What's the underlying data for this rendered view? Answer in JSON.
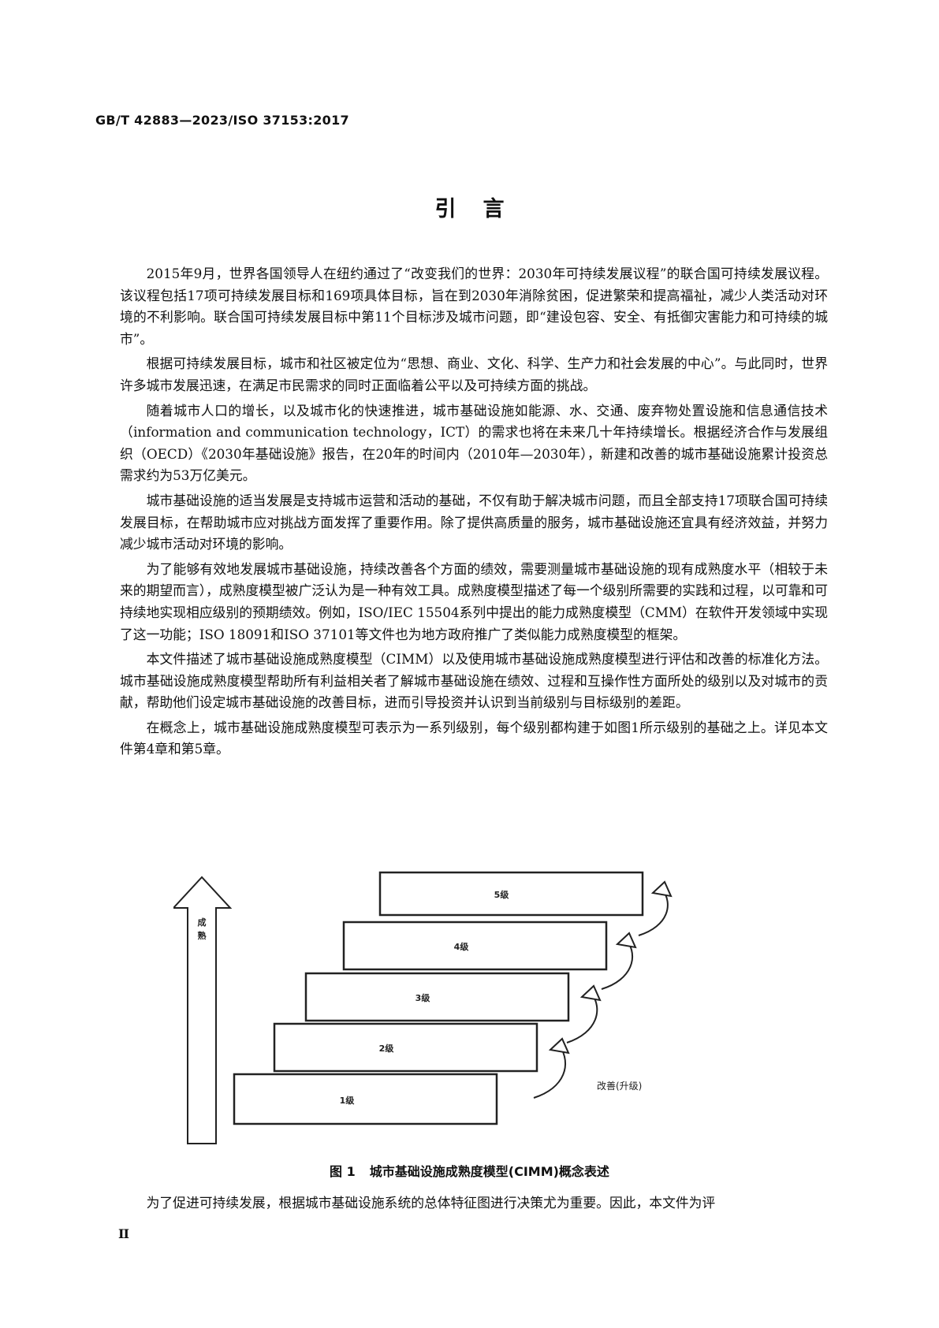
{
  "header": {
    "standard_code": "GB/T 42883—2023/ISO 37153:2017"
  },
  "title": "引言",
  "paragraphs": [
    "2015年9月，世界各国领导人在纽约通过了“改变我们的世界：2030年可持续发展议程”的联合国可持续发展议程。该议程包括17项可持续发展目标和169项具体目标，旨在到2030年消除贫困，促进繁荣和提高福祉，减少人类活动对环境的不利影响。联合国可持续发展目标中第11个目标涉及城市问题，即“建设包容、安全、有抵御灾害能力和可持续的城市”。",
    "根据可持续发展目标，城市和社区被定位为“思想、商业、文化、科学、生产力和社会发展的中心”。与此同时，世界许多城市发展迅速，在满足市民需求的同时正面临着公平以及可持续方面的挑战。",
    "随着城市人口的增长，以及城市化的快速推进，城市基础设施如能源、水、交通、废弃物处置设施和信息通信技术（information and communication technology，ICT）的需求也将在未来几十年持续增长。根据经济合作与发展组织（OECD）《2030年基础设施》报告，在20年的时间内（2010年—2030年），新建和改善的城市基础设施累计投资总需求约为53万亿美元。",
    "城市基础设施的适当发展是支持城市运营和活动的基础，不仅有助于解决城市问题，而且全部支持17项联合国可持续发展目标，在帮助城市应对挑战方面发挥了重要作用。除了提供高质量的服务，城市基础设施还宜具有经济效益，并努力减少城市活动对环境的影响。",
    "为了能够有效地发展城市基础设施，持续改善各个方面的绩效，需要测量城市基础设施的现有成熟度水平（相较于未来的期望而言），成熟度模型被广泛认为是一种有效工具。成熟度模型描述了每一个级别所需要的实践和过程，以可靠和可持续地实现相应级别的预期绩效。例如，ISO/IEC 15504系列中提出的能力成熟度模型（CMM）在软件开发领域中实现了这一功能；ISO 18091和ISO 37101等文件也为地方政府推广了类似能力成熟度模型的框架。",
    "本文件描述了城市基础设施成熟度模型（CIMM）以及使用城市基础设施成熟度模型进行评估和改善的标准化方法。城市基础设施成熟度模型帮助所有利益相关者了解城市基础设施在绩效、过程和互操作性方面所处的级别以及对城市的贡献，帮助他们设定城市基础设施的改善目标，进而引导投资并认识到当前级别与目标级别的差距。",
    "在概念上，城市基础设施成熟度模型可表示为一系列级别，每个级别都构建于如图1所示级别的基础之上。详见本文件第4章和第5章。"
  ],
  "figure": {
    "arrow_label_1": "成",
    "arrow_label_2": "熟",
    "levels": [
      "1级",
      "2级",
      "3级",
      "4级",
      "5级"
    ],
    "improvement_label": "改善(升级)",
    "caption_number": "图 1",
    "caption_text": "城市基础设施成熟度模型(CIMM)概念表述"
  },
  "tail_paragraph": "为了促进可持续发展，根据城市基础设施系统的总体特征图进行决策尤为重要。因此，本文件为评",
  "page_number": "II"
}
